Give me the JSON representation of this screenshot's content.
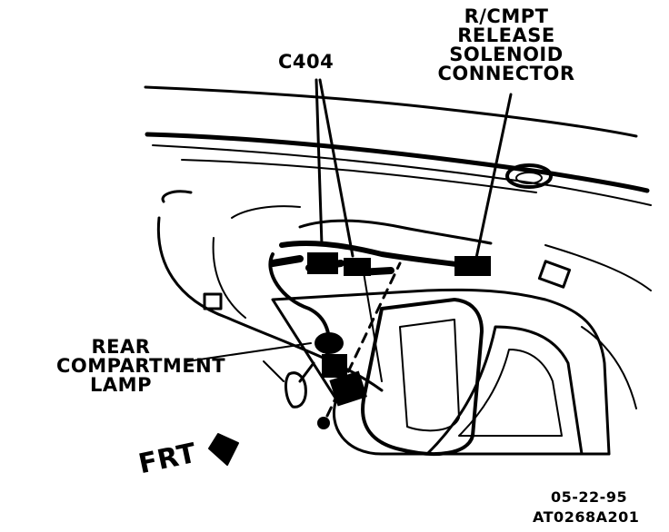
{
  "diagram": {
    "labels": {
      "solenoid_connector": [
        "R/CMPT",
        "RELEASE",
        "SOLENOID",
        "CONNECTOR"
      ],
      "connector_c404": "C404",
      "rear_lamp": [
        "REAR",
        "COMPARTMENT",
        "LAMP"
      ],
      "front_direction": "FRT"
    },
    "stamp": {
      "date": "05-22-95",
      "code": "AT0268A201"
    }
  }
}
